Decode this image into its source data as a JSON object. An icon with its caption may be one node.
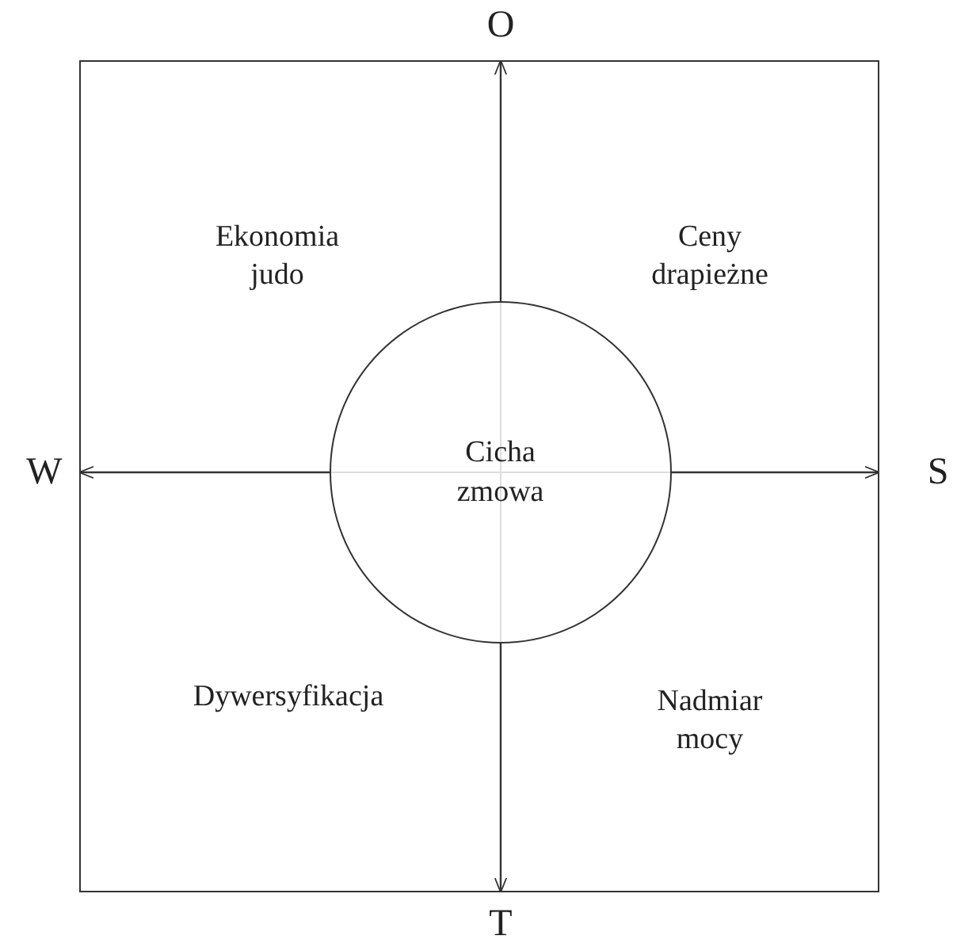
{
  "diagram": {
    "nodes": [
      {
        "text": [],
        "shape": "box"
      },
      {
        "text": [
          "Cicha zmowa"
        ],
        "in": 0
      }
    ],
    "edges": [
      {
        "from": 1,
        "to": 0,
        "arrow": "to"
      },
      {
        "from": 1,
        "to": 0,
        "arrow": "to"
      },
      {
        "from": 1,
        "to": 0,
        "arrow": "to"
      },
      {
        "from": 1,
        "to": 0,
        "arrow": "to"
      }
    ],
    "labels": [
      "O",
      "Ekonomia judo",
      "Ceny drapieżne",
      "W",
      "S",
      "Dywersyfikacja",
      "Nadmiar mocy",
      "T"
    ]
  }
}
